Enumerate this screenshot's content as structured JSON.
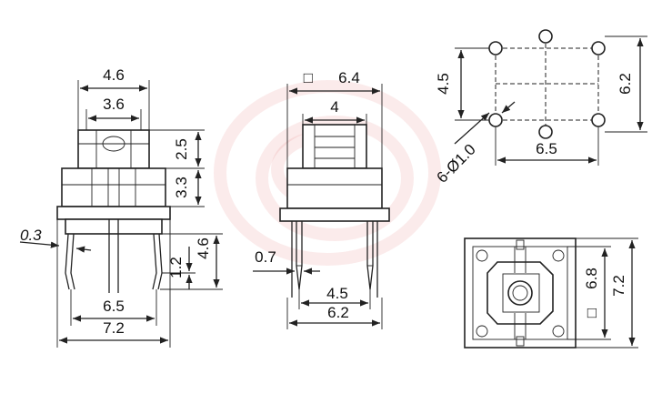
{
  "accent_colors": {
    "ink": "#222222",
    "watermark_red": "#d63a3a",
    "background": "#ffffff"
  },
  "dimensions": {
    "front_width_top": "4.6",
    "front_width_inner": "3.6",
    "front_height_cap": "2.5",
    "front_height_body": "3.3",
    "front_lead_thickness": "0.3",
    "front_lead_height_small": "1.2",
    "front_lead_height_total": "4.6",
    "front_pitch": "6.5",
    "front_width_overall": "7.2",
    "side_square": "6.4",
    "side_square_symbol": "□",
    "side_width_inner": "4",
    "side_lead_width": "0.7",
    "side_pitch": "4.5",
    "side_width": "6.2",
    "pcb_height_left": "4.5",
    "pcb_hole": "6-Ø1.0",
    "pcb_height_right": "6.2",
    "pcb_pitch": "6.5",
    "top_inner": "6.8",
    "top_inner_symbol": "□",
    "top_outer": "7.2"
  }
}
